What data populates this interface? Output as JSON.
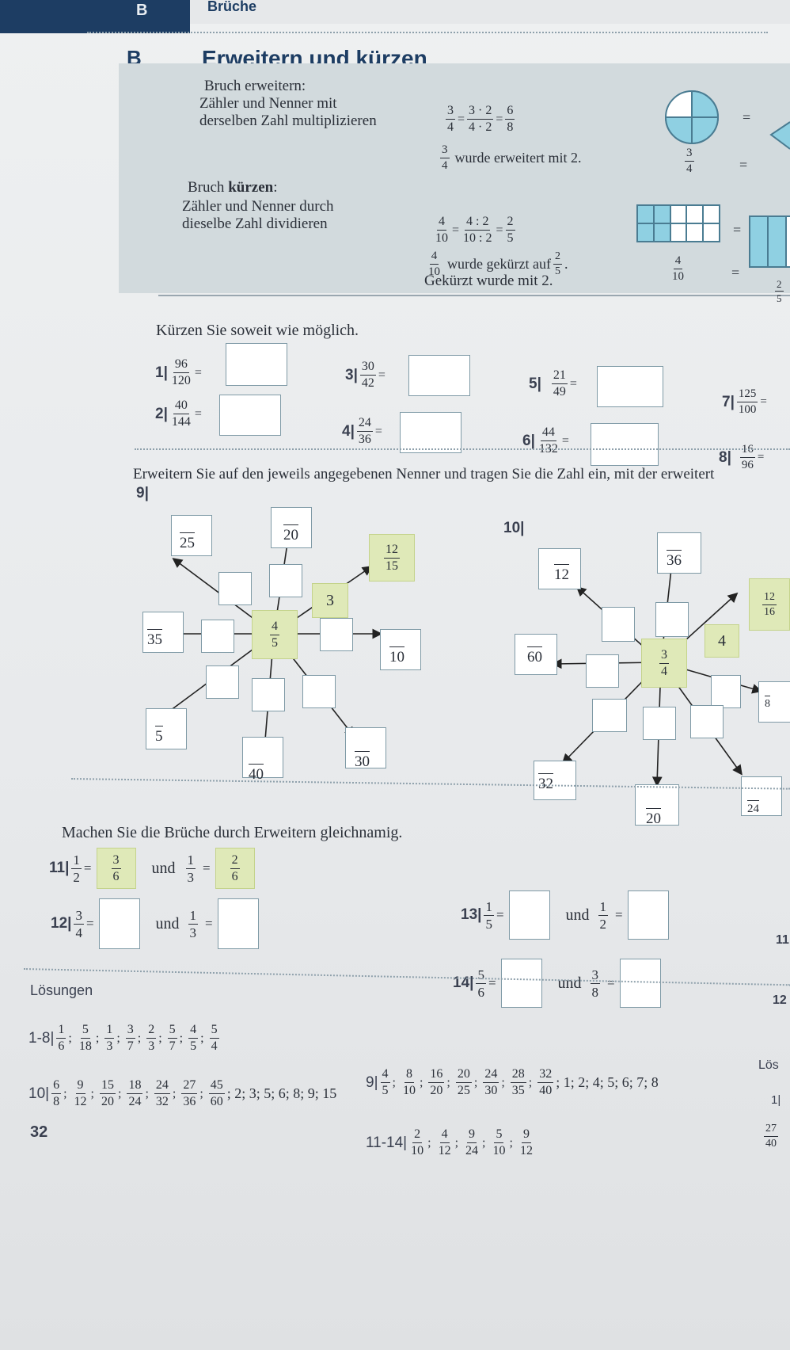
{
  "header": {
    "chapter_letter": "B",
    "chapter": "Brüche"
  },
  "section": {
    "letter": "B",
    "title": "Erweitern und kürzen"
  },
  "info": {
    "expand_title": "Bruch erweitern:",
    "expand_text1": "Zähler und Nenner mit",
    "expand_text2": "derselben Zahl multiplizieren",
    "expand_example": {
      "n1": "3",
      "d1": "4",
      "n2": "3 · 2",
      "d2": "4 · 2",
      "n3": "6",
      "d3": "8"
    },
    "expand_note": "wurde erweitert mit 2.",
    "expand_note_frac": {
      "n": "3",
      "d": "4"
    },
    "reduce_title_pre": "Bruch ",
    "reduce_title_bold": "kürzen",
    "reduce_title_post": ":",
    "reduce_text1": "Zähler und Nenner durch",
    "reduce_text2": "dieselbe Zahl dividieren",
    "reduce_example": {
      "n1": "4",
      "d1": "10",
      "n2": "4 : 2",
      "d2": "10 : 2",
      "n3": "2",
      "d3": "5"
    },
    "reduce_note": "wurde gekürzt auf",
    "reduce_note_frac": {
      "n": "4",
      "d": "10"
    },
    "reduce_note_result": {
      "n": "2",
      "d": "5"
    },
    "reduce_note2": "Gekürzt wurde mit 2.",
    "pic_frac1": {
      "n": "3",
      "d": "4"
    },
    "pic_frac2": {
      "n": "4",
      "d": "10"
    },
    "pic_frac3": {
      "n": "2",
      "d": "5"
    },
    "eq": "="
  },
  "exercise_reduce": {
    "instruction": "Kürzen Sie soweit wie möglich.",
    "items": [
      {
        "no": "1|",
        "n": "96",
        "d": "120"
      },
      {
        "no": "2|",
        "n": "40",
        "d": "144"
      },
      {
        "no": "3|",
        "n": "30",
        "d": "42"
      },
      {
        "no": "4|",
        "n": "24",
        "d": "36"
      },
      {
        "no": "5|",
        "n": "21",
        "d": "49"
      },
      {
        "no": "6|",
        "n": "44",
        "d": "132"
      },
      {
        "no": "7|",
        "n": "125",
        "d": "100"
      },
      {
        "no": "8|",
        "n": "16",
        "d": "96"
      }
    ]
  },
  "exercise_expand": {
    "instruction": "Erweitern Sie auf den jeweils angegebenen Nenner und tragen Sie die Zahl ein, mit der erweitert",
    "star9": {
      "no": "9|",
      "center_n": "4",
      "center_d": "5",
      "example_n": "12",
      "example_d": "15",
      "example_factor": "3",
      "denoms": [
        "25",
        "20",
        "35",
        "10",
        "5",
        "40",
        "30"
      ]
    },
    "star10": {
      "no": "10|",
      "center_n": "3",
      "center_d": "4",
      "example_n": "12",
      "example_d": "16",
      "example_factor": "4",
      "denoms": [
        "12",
        "36",
        "60",
        "8",
        "32",
        "20",
        "24"
      ]
    }
  },
  "exercise_common": {
    "instruction": "Machen Sie die Brüche durch Erweitern gleichnamig.",
    "and": "und",
    "ex11": {
      "no": "11|",
      "a_n": "1",
      "a_d": "2",
      "a_ans_n": "3",
      "a_ans_d": "6",
      "b_n": "1",
      "b_d": "3",
      "b_ans_n": "2",
      "b_ans_d": "6"
    },
    "ex12": {
      "no": "12|",
      "a_n": "3",
      "a_d": "4",
      "b_n": "1",
      "b_d": "3"
    },
    "ex13": {
      "no": "13|",
      "a_n": "1",
      "a_d": "5",
      "b_n": "1",
      "b_d": "2"
    },
    "ex14": {
      "no": "14|",
      "a_n": "5",
      "a_d": "6",
      "b_n": "3",
      "b_d": "8"
    }
  },
  "solutions": {
    "title": "Lösungen",
    "r1": {
      "label": "1-8|",
      "fracs": [
        [
          "1",
          "6"
        ],
        [
          "5",
          "18"
        ],
        [
          "1",
          "3"
        ],
        [
          "3",
          "7"
        ],
        [
          "2",
          "3"
        ],
        [
          "5",
          "7"
        ],
        [
          "4",
          "5"
        ],
        [
          "5",
          "4"
        ]
      ]
    },
    "r9": {
      "label": "9|",
      "fracs": [
        [
          "4",
          "5"
        ],
        [
          "8",
          "10"
        ],
        [
          "16",
          "20"
        ],
        [
          "20",
          "25"
        ],
        [
          "24",
          "30"
        ],
        [
          "28",
          "35"
        ],
        [
          "32",
          "40"
        ]
      ],
      "tail": "; 1; 2; 4; 5; 6; 7; 8"
    },
    "r10": {
      "label": "10|",
      "fracs": [
        [
          "6",
          "8"
        ],
        [
          "9",
          "12"
        ],
        [
          "15",
          "20"
        ],
        [
          "18",
          "24"
        ],
        [
          "24",
          "32"
        ],
        [
          "27",
          "36"
        ],
        [
          "45",
          "60"
        ]
      ],
      "tail": "; 2; 3; 5; 6; 8; 9; 15"
    },
    "r11": {
      "label": "11-14|",
      "fracs": [
        [
          "2",
          "10"
        ],
        [
          "4",
          "12"
        ],
        [
          "9",
          "24"
        ],
        [
          "5",
          "10"
        ],
        [
          "9",
          "12"
        ]
      ]
    }
  },
  "page_number": "32",
  "right_margin": {
    "a": "11",
    "b": "12",
    "c": "Lös",
    "d": "1|",
    "frac_n": "27",
    "frac_d": "40"
  }
}
